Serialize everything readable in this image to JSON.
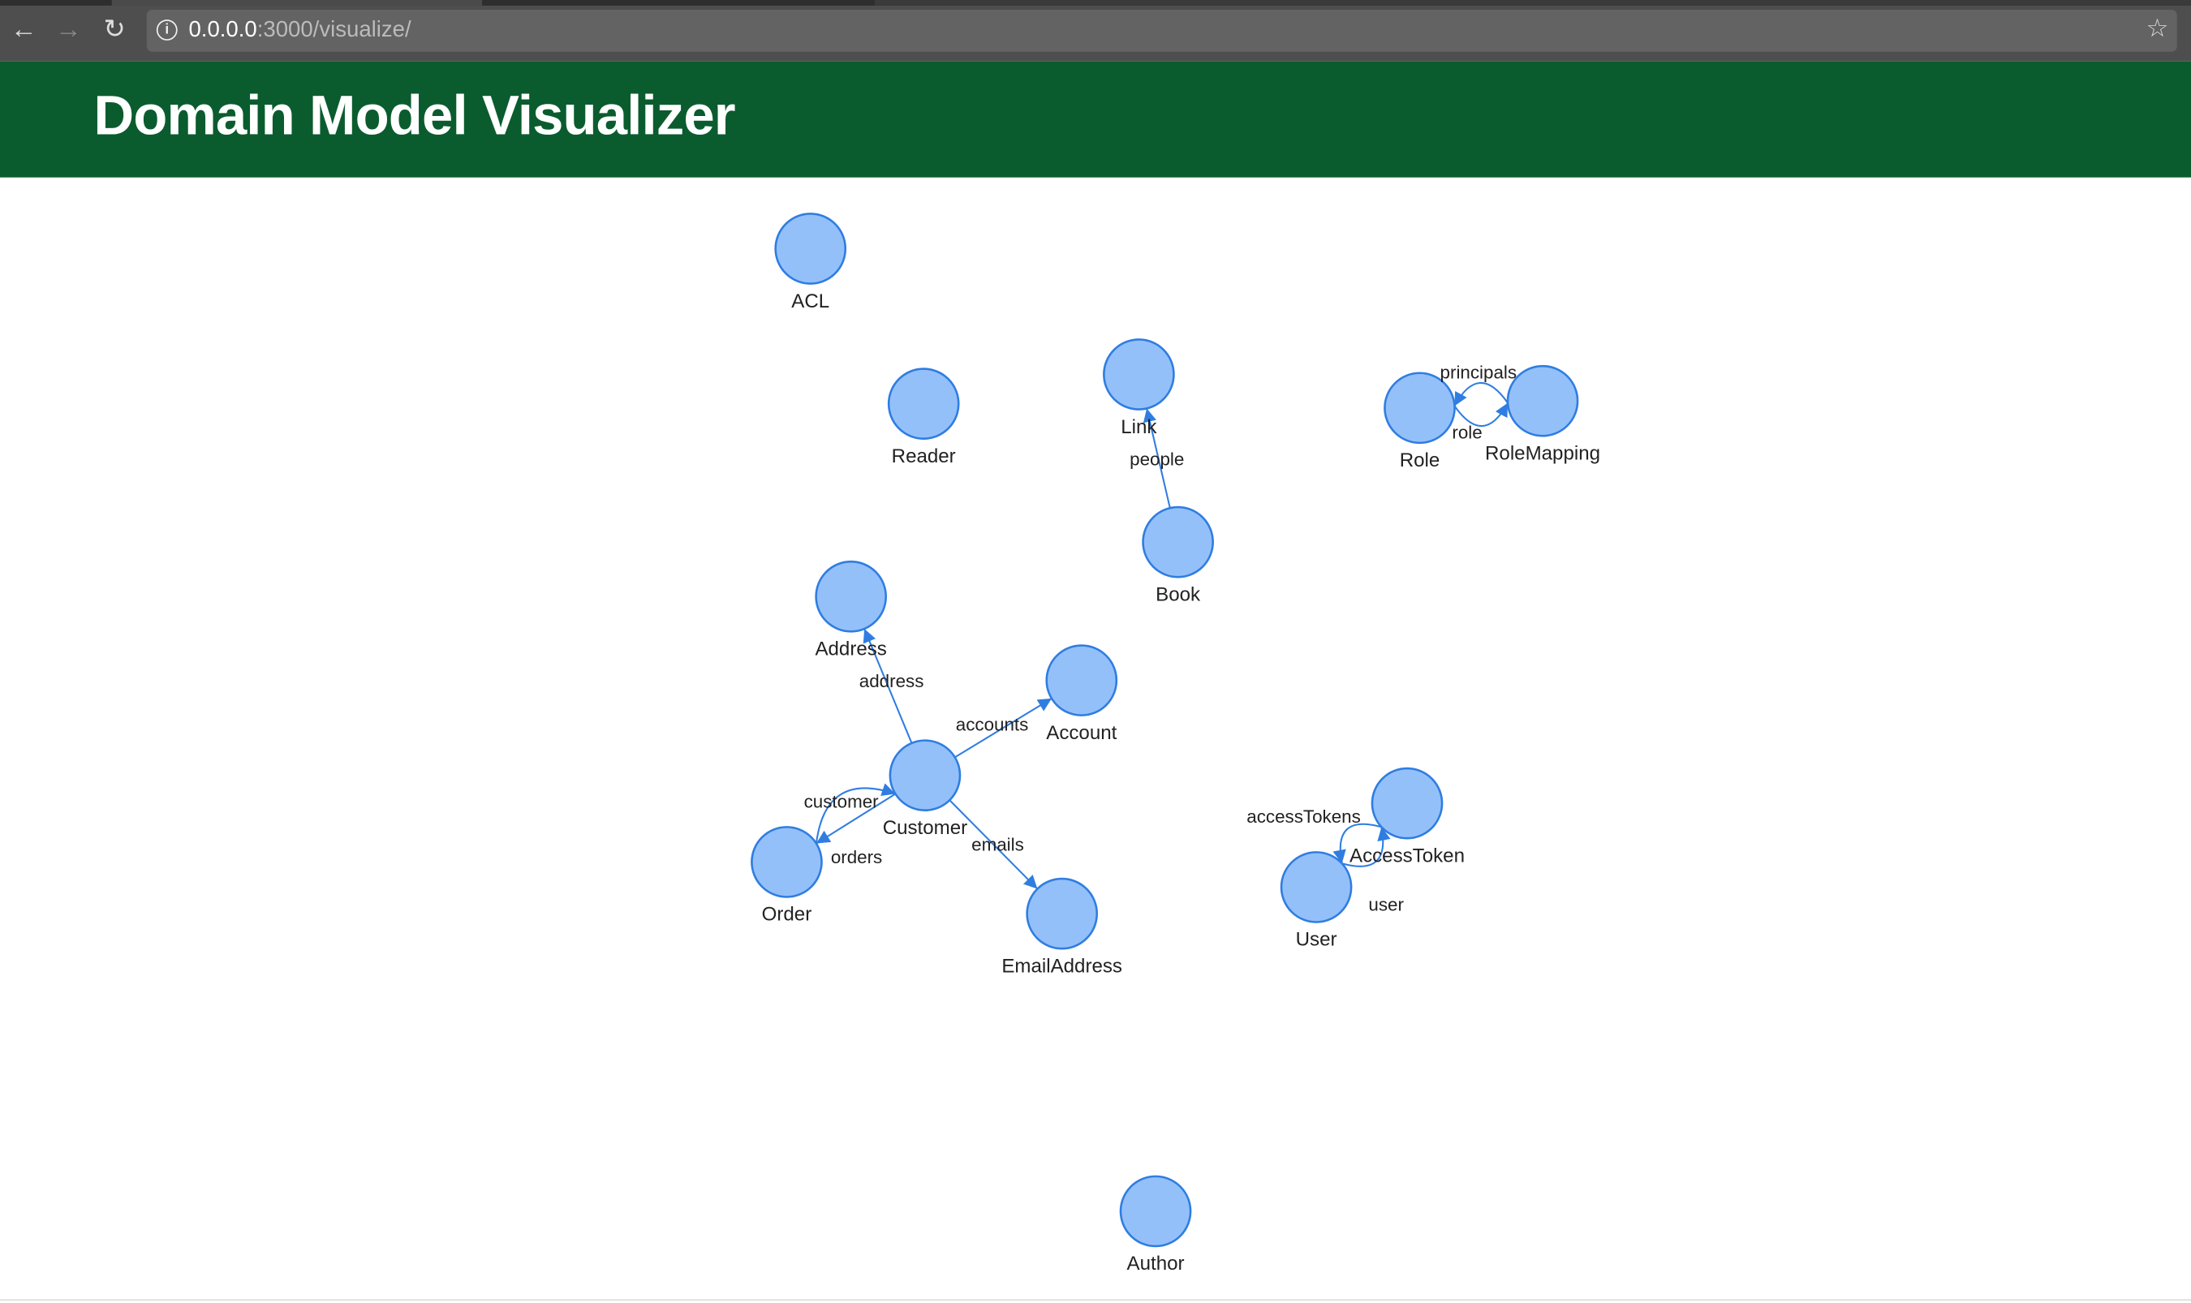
{
  "browser": {
    "url_host": "0.0.0.0",
    "url_path": ":3000/visualize/",
    "back_icon": "arrow-left-icon",
    "forward_icon": "arrow-right-icon",
    "reload_icon": "reload-icon",
    "info_icon": "info-icon",
    "bookmark_icon": "star-icon"
  },
  "header": {
    "title": "Domain Model Visualizer"
  },
  "colors": {
    "header": "#0a5c2e",
    "node_fill": "#94c0fa",
    "node_stroke": "#2f7de1"
  },
  "graph": {
    "nodes": [
      "ACL",
      "Reader",
      "Link",
      "Book",
      "Role",
      "RoleMapping",
      "Address",
      "Account",
      "Customer",
      "Order",
      "EmailAddress",
      "AccessToken",
      "User",
      "Author"
    ],
    "edges": [
      {
        "from": "Book",
        "to": "Link",
        "label": "people"
      },
      {
        "from": "Customer",
        "to": "Address",
        "label": "address"
      },
      {
        "from": "Customer",
        "to": "Account",
        "label": "accounts"
      },
      {
        "from": "Order",
        "to": "Customer",
        "label": "customer"
      },
      {
        "from": "Customer",
        "to": "Order",
        "label": "orders"
      },
      {
        "from": "Customer",
        "to": "EmailAddress",
        "label": "emails"
      },
      {
        "from": "Role",
        "to": "RoleMapping",
        "label": "principals"
      },
      {
        "from": "RoleMapping",
        "to": "Role",
        "label": "role"
      },
      {
        "from": "User",
        "to": "AccessToken",
        "label": "accessTokens"
      },
      {
        "from": "AccessToken",
        "to": "User",
        "label": "user"
      }
    ]
  }
}
